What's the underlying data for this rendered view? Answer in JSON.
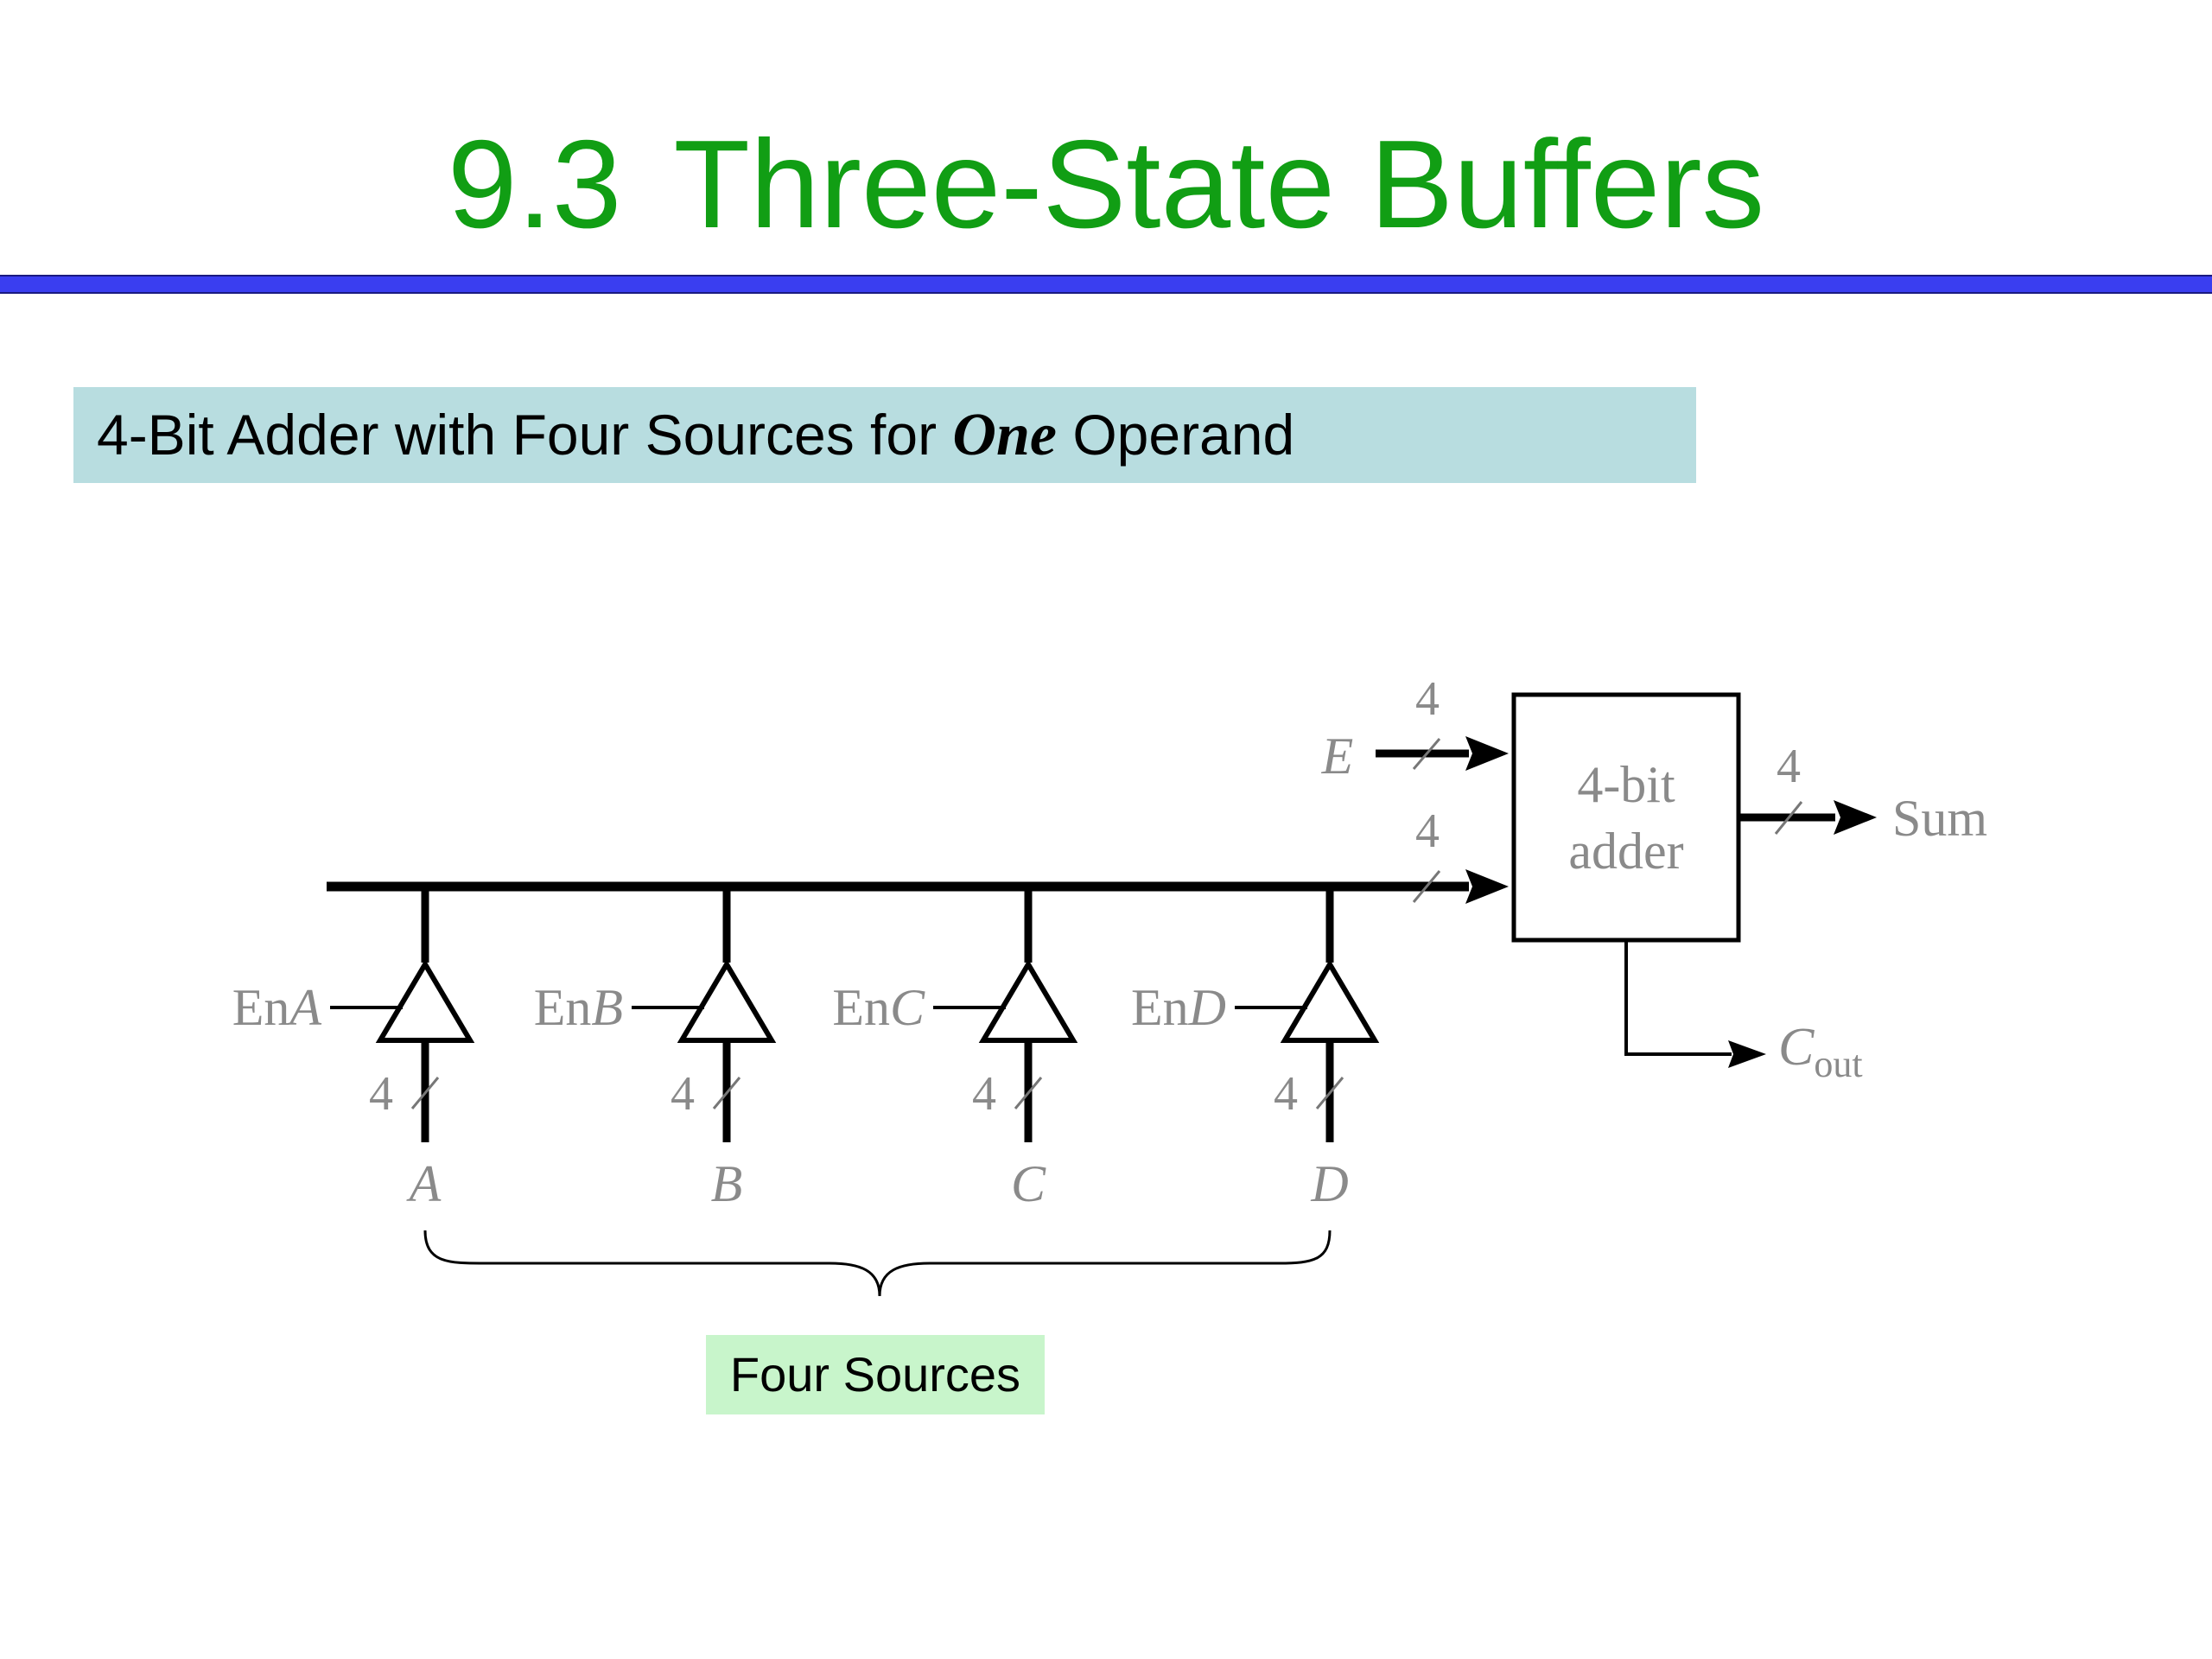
{
  "title": {
    "number": "9.3",
    "text": "Three-State Buffers"
  },
  "subtitle": {
    "before": "4-Bit Adder with Four Sources for ",
    "emphasis": "One",
    "after": " Operand"
  },
  "adder": {
    "line1": "4-bit",
    "line2": "adder"
  },
  "input_e": {
    "label": "E",
    "width": "4"
  },
  "bus_width": "4",
  "outputs": {
    "sum": {
      "label": "Sum",
      "width": "4"
    },
    "carry": {
      "label": "C",
      "subscript": "out"
    }
  },
  "sources": [
    {
      "name": "A",
      "enable_prefix": "En",
      "enable_var": "A",
      "width": "4"
    },
    {
      "name": "B",
      "enable_prefix": "En",
      "enable_var": "B",
      "width": "4"
    },
    {
      "name": "C",
      "enable_prefix": "En",
      "enable_var": "C",
      "width": "4"
    },
    {
      "name": "D",
      "enable_prefix": "En",
      "enable_var": "D",
      "width": "4"
    }
  ],
  "group_label": "Four Sources",
  "colors": {
    "title": "#119e14",
    "rule": "#3a3ef0",
    "subtitle_bg": "#b8dde0",
    "group_bg": "#c8f5cb",
    "diagram_text": "#8a8a8a"
  }
}
